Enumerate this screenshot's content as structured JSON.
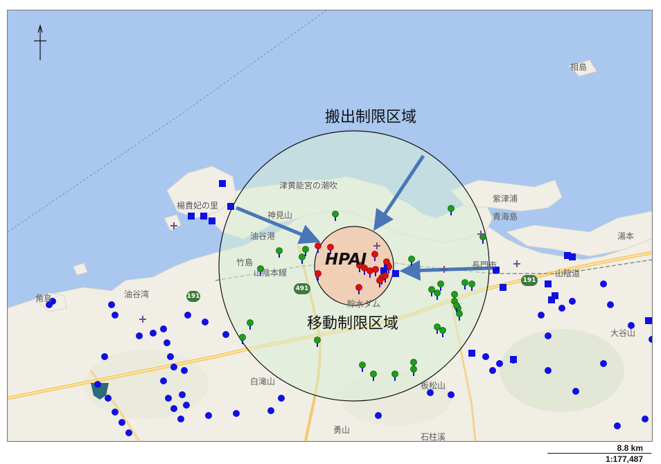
{
  "zones": {
    "outer_label": "搬出制限区域",
    "inner_label": "移動制限区域",
    "center_label": "HPAI"
  },
  "place_labels": [
    {
      "name": "aishima",
      "text": "相島"
    },
    {
      "name": "tsubaki",
      "text": "津黄能宮の潮吹"
    },
    {
      "name": "konomi",
      "text": "神見山"
    },
    {
      "name": "yutani-port",
      "text": "油谷港"
    },
    {
      "name": "takeshima",
      "text": "竹島"
    },
    {
      "name": "sanin-line",
      "text": "山陰本線"
    },
    {
      "name": "yutani-bay",
      "text": "油谷湾"
    },
    {
      "name": "kijimine",
      "text": "楊貴妃の里"
    },
    {
      "name": "shiratakiyama",
      "text": "白滝山"
    },
    {
      "name": "isamiyama",
      "text": "勇山"
    },
    {
      "name": "sekichu",
      "text": "石柱溪"
    },
    {
      "name": "nagato",
      "text": "長門市"
    },
    {
      "name": "ohmi-island",
      "text": "青海島"
    },
    {
      "name": "senzaki",
      "text": "紫津浦"
    },
    {
      "name": "ootaniyama",
      "text": "大谷山"
    },
    {
      "name": "itakura",
      "text": "板松山"
    },
    {
      "name": "dam",
      "text": "貯水ダム"
    },
    {
      "name": "sanin-kaido",
      "text": "山陰道"
    },
    {
      "name": "tsunokushima",
      "text": "角島"
    },
    {
      "name": "shimizu",
      "text": "湯本"
    }
  ],
  "roads": {
    "r191": "191",
    "r491": "491",
    "r191b": "191"
  },
  "scale": {
    "distance": "8.8 km",
    "ratio": "1:177,487"
  },
  "colors": {
    "sea": "#a9c7ef",
    "land": "#f2efe8",
    "outer_zone": "#d9efd5",
    "inner_zone": "#f2c9b0",
    "arrow": "#4a76b8",
    "farm_blue": "#1010e0",
    "marker_green": "#1f9d1f",
    "marker_red": "#e01010"
  },
  "icons": {
    "north": "north-arrow-icon",
    "blue_point": "farm-dot-icon",
    "blue_square": "farm-square-icon",
    "green_pin": "green-pin-icon",
    "red_pin": "red-pin-icon",
    "cross": "cross-icon"
  }
}
